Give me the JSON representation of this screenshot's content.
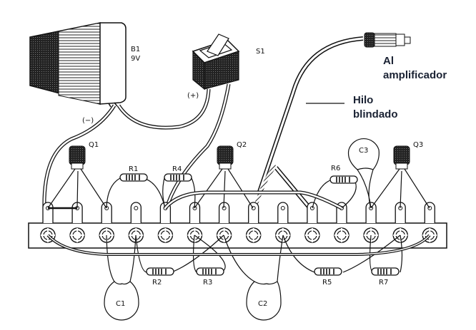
{
  "title": "Wiring / assembly diagram on terminal strip",
  "annotations": {
    "to_amplifier": [
      "Al",
      "amplificador"
    ],
    "shielded_wire": [
      "Hilo",
      "blindado"
    ]
  },
  "components": {
    "battery": {
      "ref": "B1",
      "value": "9V"
    },
    "switch": {
      "ref": "S1"
    },
    "polarity_neg": "(−)",
    "polarity_pos": "(+)",
    "transistors": [
      "Q1",
      "Q2",
      "Q3"
    ],
    "resistors": [
      "R1",
      "R2",
      "R3",
      "R4",
      "R5",
      "R6",
      "R7"
    ],
    "capacitors": [
      "C1",
      "C2",
      "C3"
    ],
    "connector": "rca-plug"
  },
  "terminal_strip": {
    "eyelet_count": 14
  },
  "colors": {
    "ink": "#111111",
    "annotation_text": "#1a2233",
    "background": "#ffffff"
  }
}
